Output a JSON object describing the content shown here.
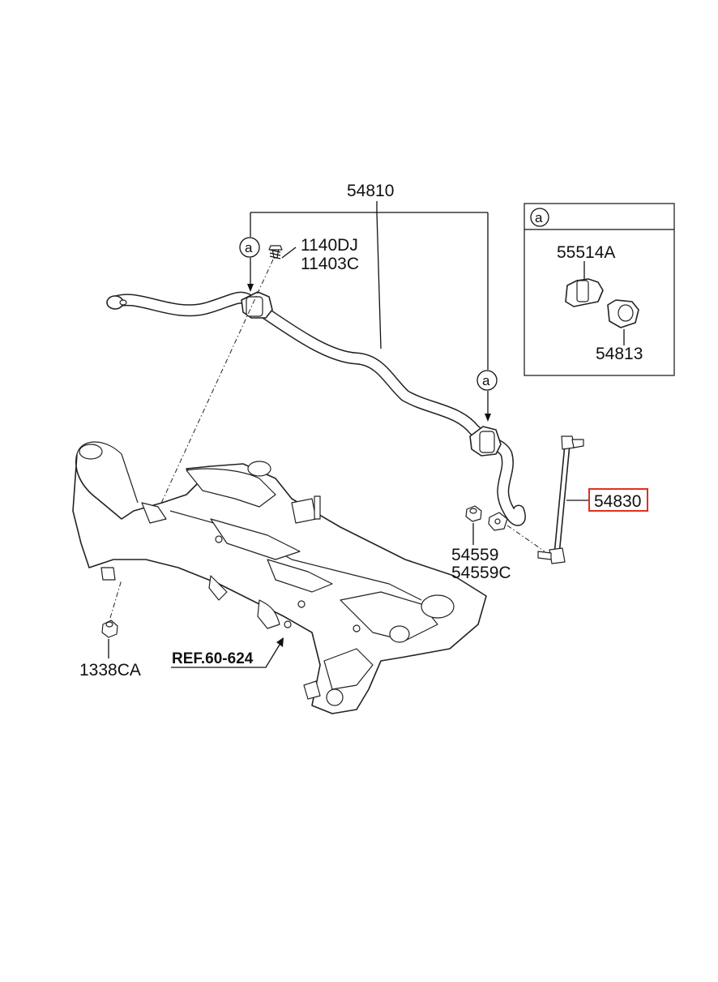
{
  "diagram": {
    "part_labels": {
      "stabilizer_bar": "54810",
      "bolt_a": "1140DJ",
      "bolt_b": "11403C",
      "bushing_bracket": "55514A",
      "bushing": "54813",
      "link": "54830",
      "nut_a": "54559",
      "nut_b": "54559C",
      "nut_crossmember": "1338CA",
      "reference": "REF.60-624"
    },
    "callout_letter": "a",
    "highlighted_part": "54830",
    "highlight_color": "#e0301e"
  }
}
